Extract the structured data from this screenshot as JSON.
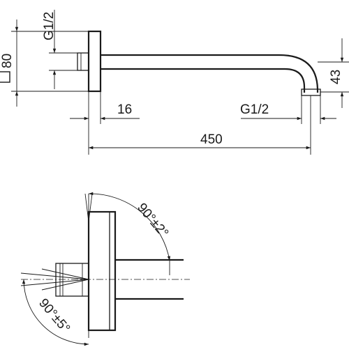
{
  "labels": {
    "square_size": "80",
    "thread_left": "G1/2",
    "thread_outlet": "G1/2",
    "flange_width": "16",
    "length": "450",
    "drop": "43",
    "angle_top": "90°±2°",
    "angle_bottom": "90°±5°"
  },
  "icons": {
    "square_symbol": "square-symbol-icon"
  }
}
